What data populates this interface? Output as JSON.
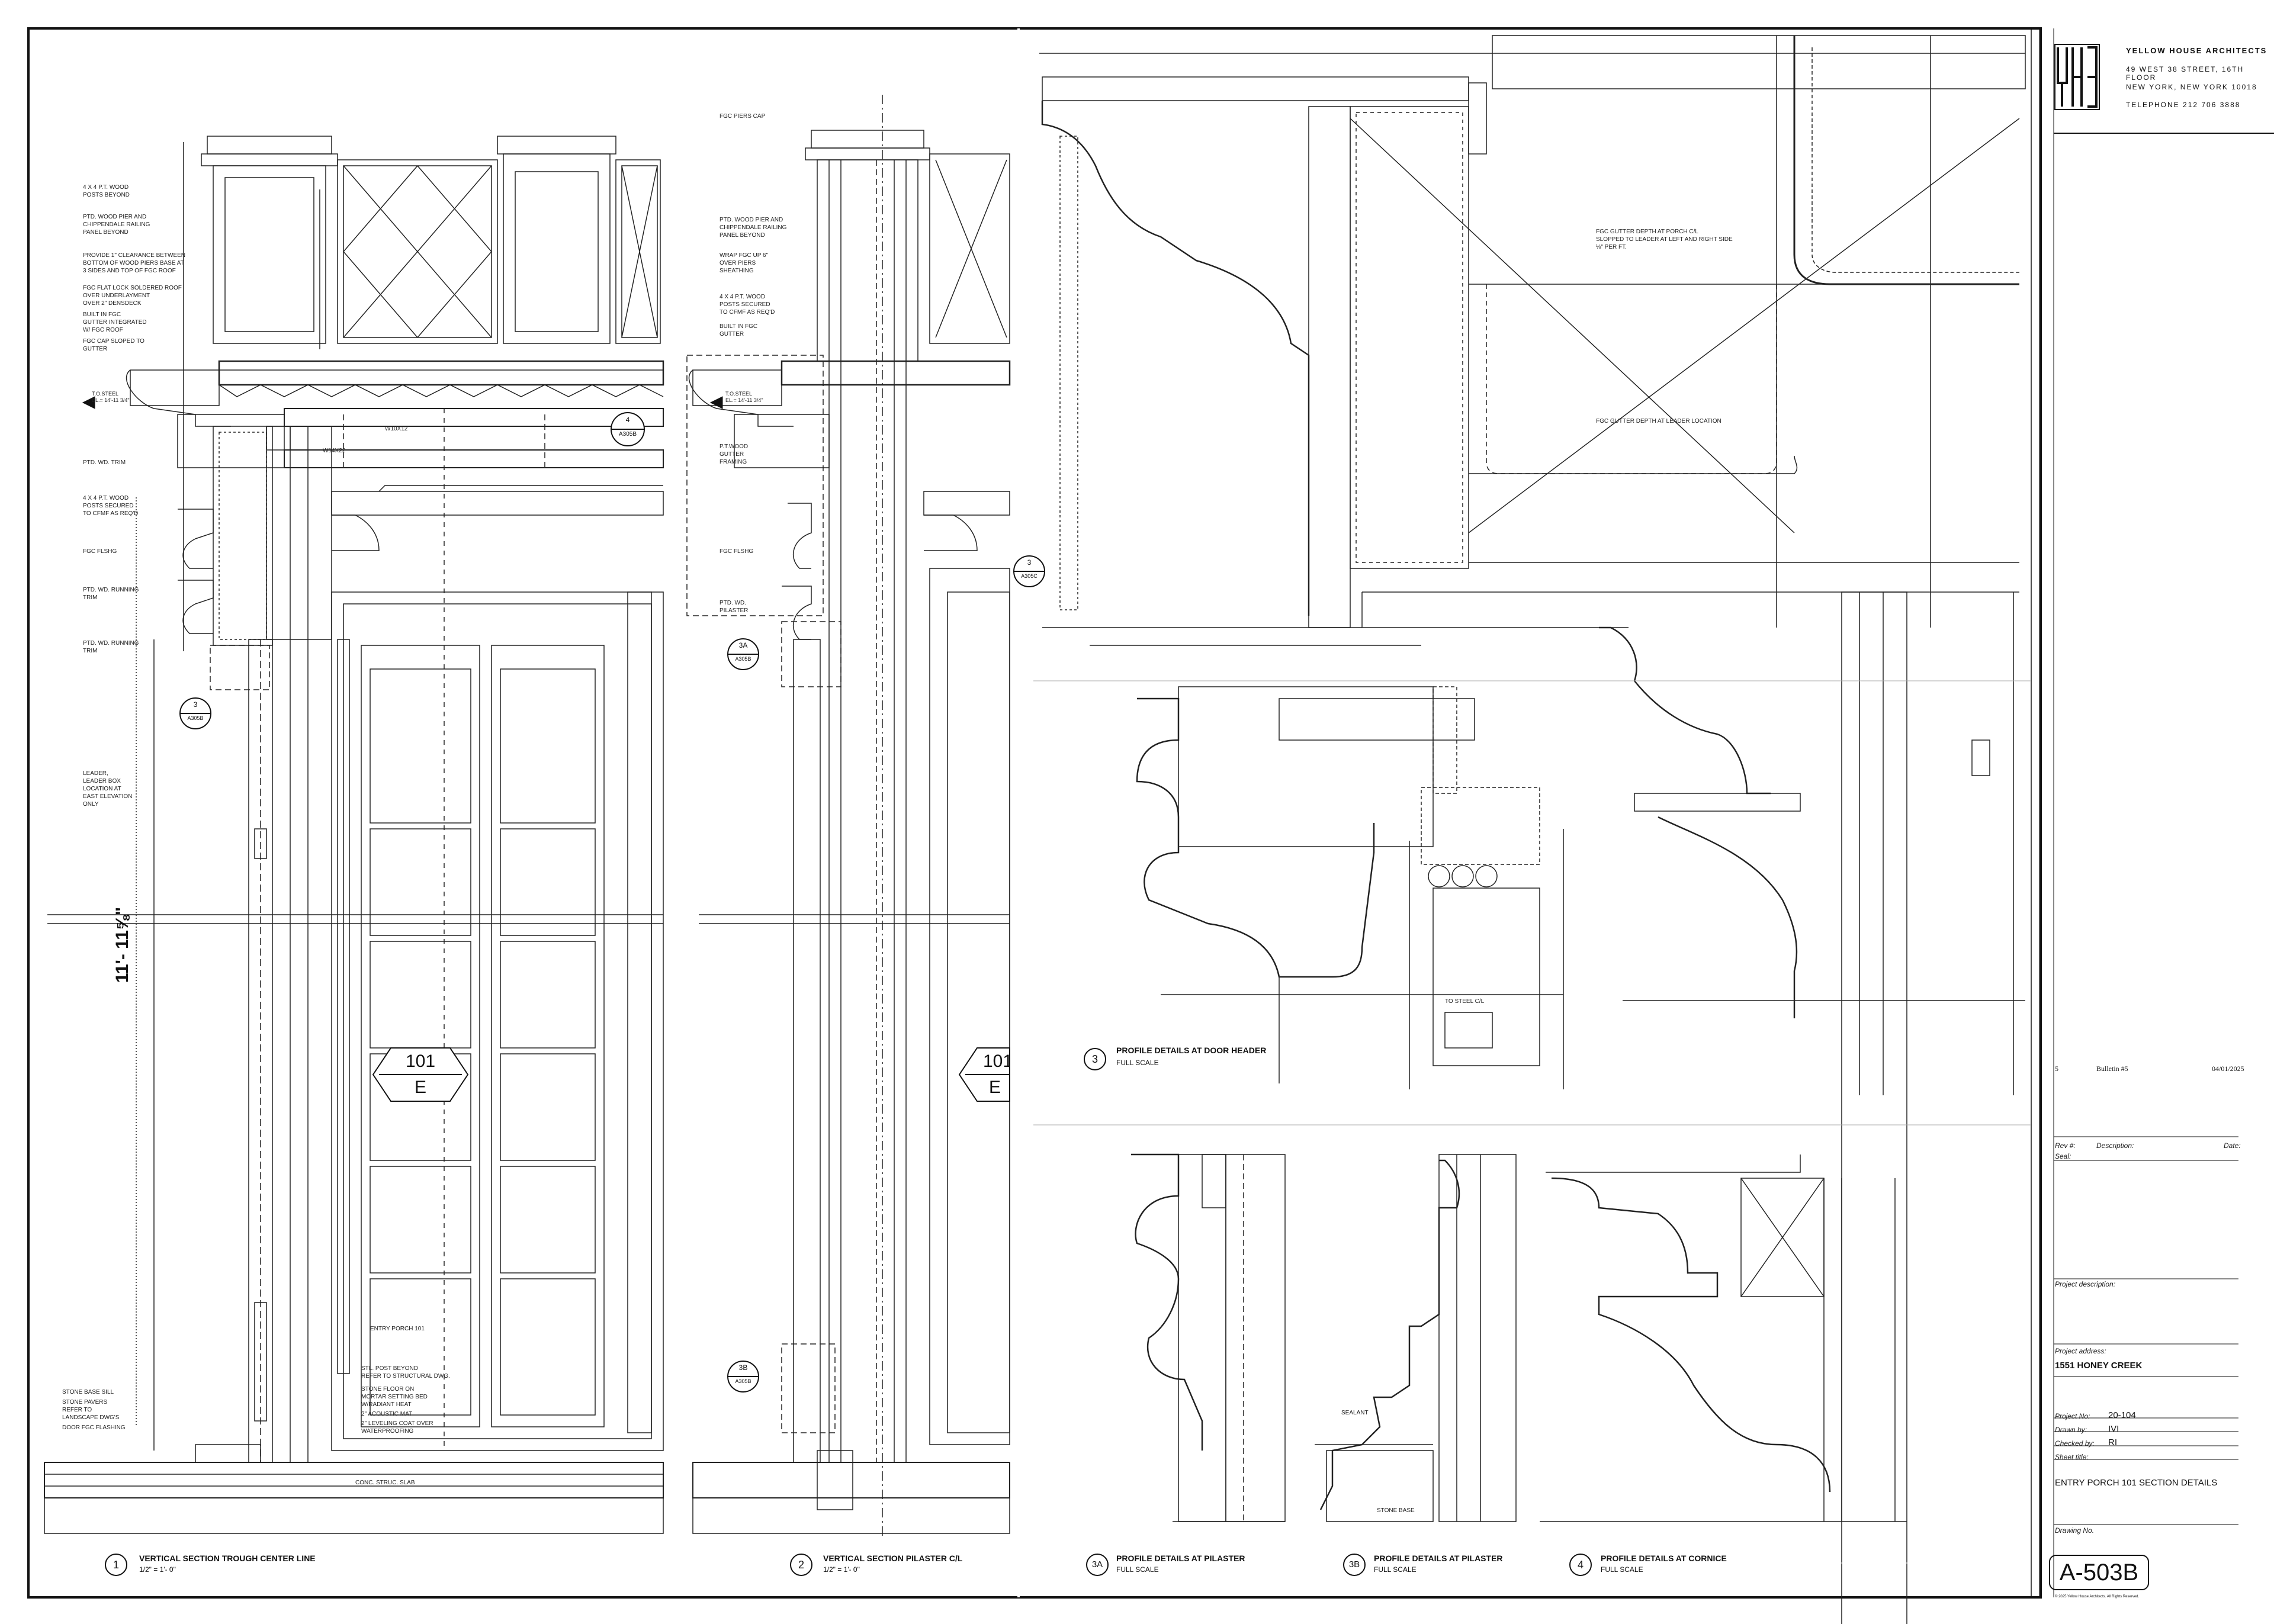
{
  "firm": {
    "name": "YELLOW HOUSE ARCHITECTS",
    "address_line1": "49 WEST 38 STREET, 16TH FLOOR",
    "address_line2": "NEW YORK, NEW YORK 10018",
    "phone": "TELEPHONE 212 706 3888",
    "logo_icon": "yha-logo-icon"
  },
  "revision": {
    "number": "5",
    "description": "Bulletin #5",
    "date": "04/01/2025"
  },
  "title_block": {
    "rev_label": "Rev #:",
    "description_label": "Description:",
    "date_label": "Date:",
    "seal_label": "Seal:",
    "project_description_label": "Project description:",
    "project_address_label": "Project address:",
    "project_address": "1551 HONEY CREEK",
    "project_no_label": "Project No:",
    "project_no": "20-104",
    "drawn_by_label": "Drawn by:",
    "drawn_by": "IVI",
    "checked_by_label": "Checked by:",
    "checked_by": "RI",
    "sheet_title_label": "Sheet title:",
    "sheet_title": "ENTRY PORCH 101  SECTION DETAILS",
    "drawing_no_label": "Drawing No.",
    "drawing_no": "A-503B",
    "copyright": "© 2025 Yellow House Architects. All Rights Reserved."
  },
  "drawings": [
    {
      "num": "1",
      "title": "VERTICAL SECTION TROUGH CENTER LINE",
      "scale": "1/2\" = 1'- 0\""
    },
    {
      "num": "2",
      "title": "VERTICAL SECTION PILASTER C/L",
      "scale": "1/2\" = 1'- 0\""
    },
    {
      "num": "3A",
      "title": "PROFILE DETAILS AT PILASTER",
      "scale": "FULL SCALE"
    },
    {
      "num": "3B",
      "title": "PROFILE DETAILS AT PILASTER",
      "scale": "FULL SCALE"
    },
    {
      "num": "4",
      "title": "PROFILE DETAILS AT CORNICE",
      "scale": "FULL SCALE"
    },
    {
      "num": "3",
      "title": "PROFILE DETAILS AT DOOR HEADER",
      "scale": "FULL SCALE"
    }
  ],
  "door_tag": {
    "number": "101",
    "letter": "E"
  },
  "door_tag_2": {
    "number": "101",
    "letter": "E"
  },
  "dimension_main": "11'- 11⅝\"",
  "notes_left": [
    "4 X 4 P.T. WOOD\nPOSTS  BEYOND",
    "PTD. WOOD PIER AND\nCHIPPENDALE RAILING\nPANEL BEYOND",
    "PROVIDE 1\" CLEARANCE BETWEEN\nBOTTOM OF WOOD PIERS BASE AT\n3 SIDES AND TOP OF FGC ROOF",
    "FGC FLAT LOCK SOLDERED ROOF\nOVER UNDERLAYMENT\nOVER 2\" DENSDECK",
    "BUILT IN FGC\nGUTTER INTEGRATED\nW/ FGC ROOF",
    "FGC CAP SLOPED TO\nGUTTER",
    "PTD. WD. TRIM",
    "4 X 4 P.T. WOOD\nPOSTS  SECURED\nTO CFMF AS REQ'D",
    "FGC FLSHG",
    "PTD. WD. RUNNING\nTRIM",
    "PTD. WD. RUNNING\nTRIM",
    "LEADER,\nLEADER BOX\nLOCATION AT\nEAST ELEVATION\nONLY",
    "STONE BASE SILL",
    "STONE PAVERS\nREFER TO\nLANDSCAPE DWG'S",
    "DOOR FGC FLASHING"
  ],
  "notes_mid": [
    "FGC PIERS CAP",
    "PTD. WOOD PIER AND\nCHIPPENDALE RAILING\nPANEL BEYOND",
    "WRAP FGC UP 6\"\nOVER PIERS\nSHEATHING",
    "4 X 4 P.T. WOOD\nPOSTS  SECURED\nTO CFMF AS REQ'D",
    "BUILT IN FGC\nGUTTER",
    "P.T.WOOD\nGUTTER\nFRAMING",
    "FGC FLSHG",
    "PTD. WD.\nPILASTER"
  ],
  "notes_lower": [
    "STL. POST BEYOND\nREFER TO STRUCTURAL DWG.",
    "STONE FLOOR ON\nMORTAR SETTING BED\nW/RADIANT HEAT",
    "2\" ACOUSTIC MAT",
    "2\" LEVELING COAT OVER\nWATERPROOFING",
    "CONC. STRUC. SLAB"
  ],
  "steel_labels": [
    "T.O.STEEL\nEL.= 14'-11 3/4\"",
    "T.O.STEEL\nEL.= 14'-11 3/4\""
  ],
  "beam_labels": [
    "W10X12",
    "W14X22"
  ],
  "callouts": [
    {
      "num": "4",
      "sheet": "A305B"
    },
    {
      "num": "3",
      "sheet": "A305B"
    },
    {
      "num": "3A",
      "sheet": "A305B"
    },
    {
      "num": "3B",
      "sheet": "A305B"
    },
    {
      "num": "3",
      "sheet": "A305C"
    }
  ],
  "gutter_notes": [
    "FGC GUTTER DEPTH AT PORCH C/L\nSLOPPED TO LEADER AT LEFT AND RIGHT SIDE\n⅛\" PER FT.",
    "FGC GUTTER DEPTH AT LEADER LOCATION"
  ],
  "profile_notes": [
    "TO STEEL C/L",
    "SEALANT",
    "STONE BASE"
  ],
  "room_label": "ENTRY PORCH 101",
  "accent": "#111111"
}
